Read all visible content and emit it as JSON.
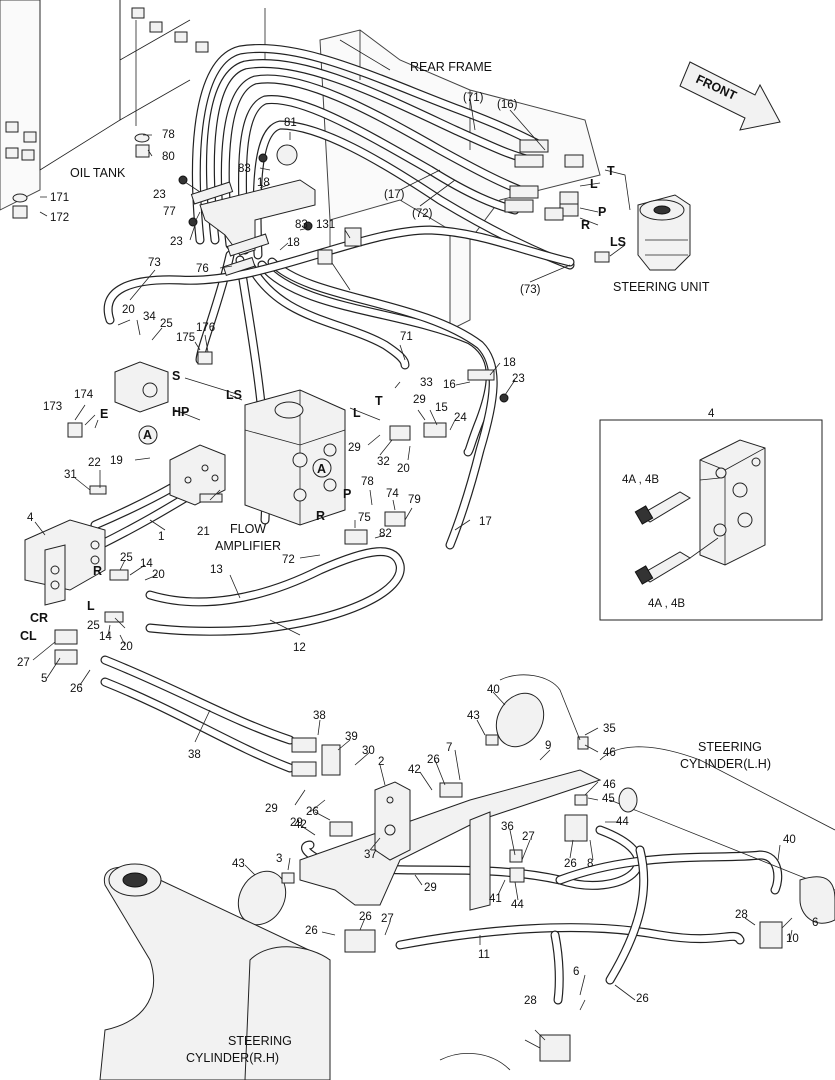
{
  "diagram": {
    "zones": {
      "rear_frame": "REAR FRAME",
      "oil_tank": "OIL TANK",
      "steering_unit": "STEERING UNIT",
      "flow_amplifier": "FLOW\nAMPLIFIER",
      "steering_cyl_lh": "STEERING\nCYLINDER(L.H)",
      "steering_cyl_rh": "STEERING\nCYLINDER(R.H)",
      "front_arrow": "FRONT"
    },
    "ports": [
      "T",
      "L",
      "P",
      "R",
      "LS",
      "S",
      "E",
      "HP",
      "LS",
      "L",
      "T",
      "P",
      "R",
      "R",
      "L",
      "CR",
      "CL",
      "A",
      "A"
    ],
    "detail_box": {
      "title": "4",
      "labels": [
        "4A , 4B",
        "4A , 4B"
      ]
    },
    "callouts": [
      "(71)",
      "(16)",
      "(17)",
      "(72)",
      "(73)",
      "78",
      "80",
      "81",
      "83",
      "18",
      "23",
      "77",
      "23",
      "83",
      "131",
      "18",
      "76",
      "73",
      "171",
      "172",
      "20",
      "34",
      "25",
      "176",
      "175",
      "71",
      "18",
      "23",
      "16",
      "33",
      "173",
      "174",
      "15",
      "29",
      "24",
      "29",
      "32",
      "20",
      "19",
      "22",
      "31",
      "78",
      "74",
      "79",
      "75",
      "82",
      "17",
      "21",
      "1",
      "72",
      "4",
      "25",
      "14",
      "20",
      "13",
      "25",
      "14",
      "20",
      "12",
      "27",
      "5",
      "26",
      "40",
      "43",
      "35",
      "46",
      "9",
      "46",
      "45",
      "38",
      "39",
      "30",
      "2",
      "29",
      "42",
      "26",
      "7",
      "38",
      "42",
      "26",
      "29",
      "37",
      "36",
      "27",
      "44",
      "26",
      "8",
      "40",
      "43",
      "3",
      "29",
      "41",
      "44",
      "26",
      "27",
      "26",
      "28",
      "6",
      "10",
      "11",
      "26",
      "6",
      "28"
    ]
  }
}
